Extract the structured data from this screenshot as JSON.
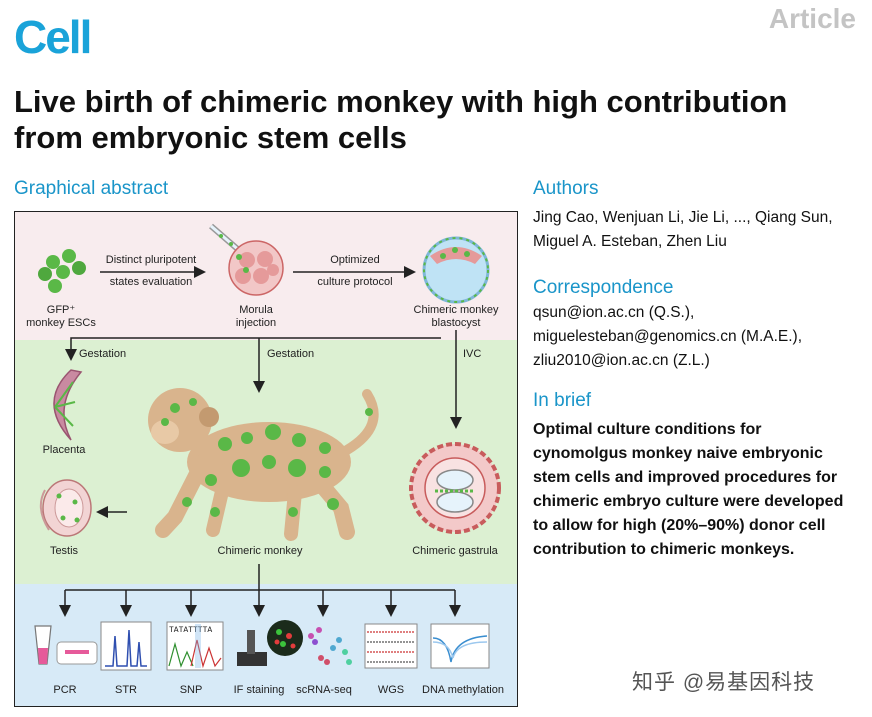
{
  "header": {
    "journal": "Cell",
    "article_type": "Article",
    "title_line1": "Live birth of chimeric monkey with high contribution",
    "title_line2": "from embryonic stem cells"
  },
  "graphical_abstract": {
    "heading": "Graphical abstract",
    "top_row": {
      "esc_label_1": "GFP⁺",
      "esc_label_2": "monkey ESCs",
      "arrow1_line1": "Distinct pluripotent",
      "arrow1_line2": "states evaluation",
      "morula_line1": "Morula",
      "morula_line2": "injection",
      "arrow2_line1": "Optimized",
      "arrow2_line2": "culture protocol",
      "blastocyst_line1": "Chimeric monkey",
      "blastocyst_line2": "blastocyst"
    },
    "middle": {
      "gestation_left": "Gestation",
      "gestation_center": "Gestation",
      "ivc": "IVC",
      "placenta": "Placenta",
      "testis": "Testis",
      "chimeric_monkey": "Chimeric monkey",
      "chimeric_gastrula": "Chimeric gastrula"
    },
    "assays": [
      "PCR",
      "STR",
      "SNP",
      "IF staining",
      "scRNA-seq",
      "WGS",
      "DNA methylation"
    ],
    "snp_sequence": "TATATTTTA",
    "colors": {
      "pink_band": "#f8ecee",
      "green_band": "#dcf0d2",
      "blue_band": "#d7eaf7",
      "gfp_green": "#5ab847",
      "monkey_tan": "#d9b48d"
    }
  },
  "authors": {
    "heading": "Authors",
    "line1": "Jing Cao, Wenjuan Li, Jie Li, ..., Qiang Sun,",
    "line2": "Miguel A. Esteban, Zhen Liu"
  },
  "correspondence": {
    "heading": "Correspondence",
    "line1": "qsun@ion.ac.cn (Q.S.),",
    "line2": "miguelesteban@genomics.cn (M.A.E.),",
    "line3": "zliu2010@ion.ac.cn (Z.L.)"
  },
  "in_brief": {
    "heading": "In brief",
    "line1": "Optimal culture conditions for",
    "line2": "cynomolgus monkey naive embryonic",
    "line3": "stem cells and improved procedures for",
    "line4": "chimeric embryo culture were developed",
    "line5": "to allow for high (20%–90%) donor cell",
    "line6": "contribution to chimeric monkeys."
  },
  "watermark": "知乎 @易基因科技"
}
